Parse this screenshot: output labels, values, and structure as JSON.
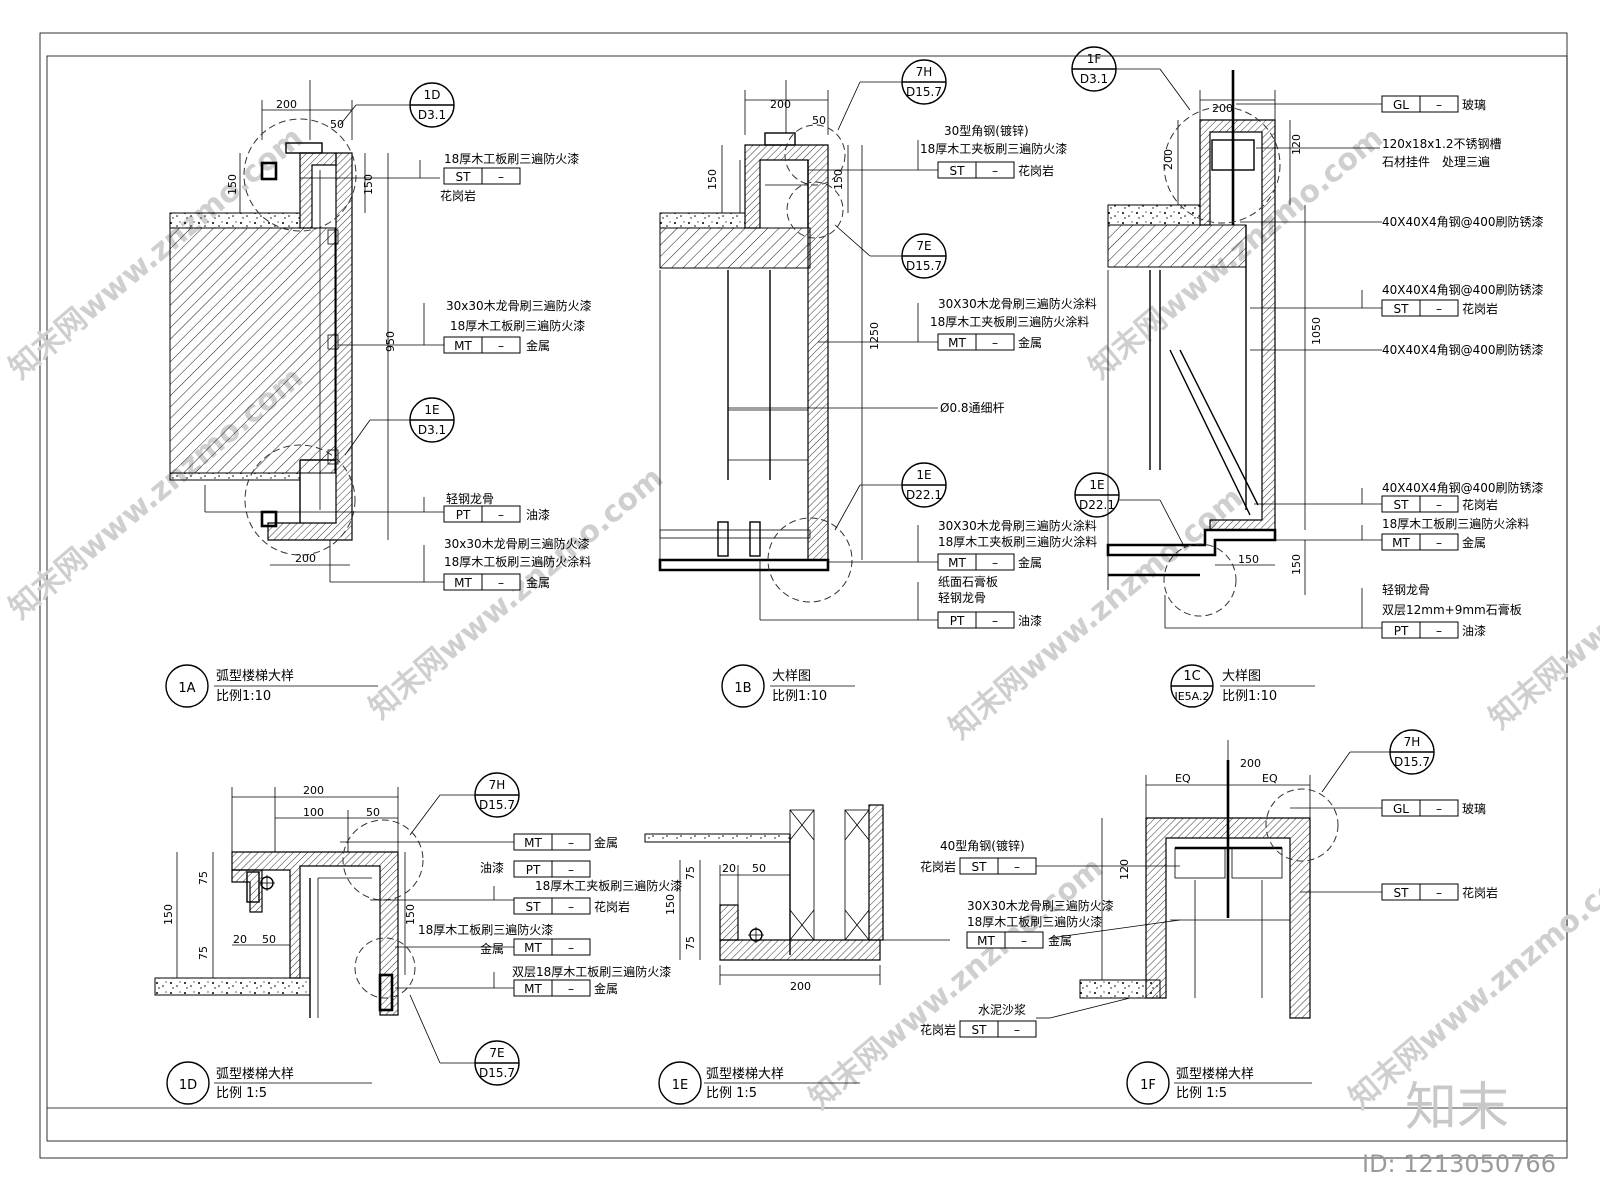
{
  "drawing": {
    "id_label": "ID: 1213050766",
    "logo_text": "知末",
    "watermark": "知末网www.znzmo.com"
  },
  "details": {
    "d1a": {
      "title": "弧型楼梯大样",
      "scale": "比例1:10",
      "num": "1A",
      "callouts": [
        {
          "top": "1D",
          "bottom": "D3.1"
        },
        {
          "top": "1E",
          "bottom": "D3.1"
        }
      ],
      "dims": [
        "200",
        "50",
        "150",
        "150",
        "950",
        "200"
      ],
      "notes": [
        {
          "text": "18厚木工板刷三遍防火漆",
          "code": "ST",
          "desc": "花岗岩"
        },
        {
          "text1": "30x30木龙骨刷三遍防火漆",
          "text2": "18厚木工板刷三遍防火漆",
          "code": "MT",
          "desc": "金属"
        },
        {
          "text": "轻钢龙骨",
          "code": "PT",
          "desc": "油漆"
        },
        {
          "text1": "30x30木龙骨刷三遍防火漆",
          "text2": "18厚木工板刷三遍防火涂料",
          "code": "MT",
          "desc": "金属"
        }
      ]
    },
    "d1b": {
      "title": "大样图",
      "scale": "比例1:10",
      "num": "1B",
      "callouts": [
        {
          "top": "7H",
          "bottom": "D15.7"
        },
        {
          "top": "7E",
          "bottom": "D15.7"
        },
        {
          "top": "1E",
          "bottom": "D22.1"
        }
      ],
      "dims": [
        "200",
        "50",
        "150",
        "150",
        "1250"
      ],
      "notes": [
        {
          "text1": "30型角钢(镀锌)",
          "text2": "18厚木工夹板刷三遍防火漆",
          "code": "ST",
          "desc": "花岗岩"
        },
        {
          "text1": "30X30木龙骨刷三遍防火涂料",
          "text2": "18厚木工夹板刷三遍防火涂料",
          "code": "MT",
          "desc": "金属"
        },
        {
          "text": "Ø0.8通细杆"
        },
        {
          "text1": "30X30木龙骨刷三遍防火涂料",
          "text2": "18厚木工夹板刷三遍防火涂料",
          "code": "MT",
          "desc": "金属"
        },
        {
          "text1": "纸面石膏板",
          "text2": "轻钢龙骨",
          "code": "PT",
          "desc": "油漆"
        }
      ]
    },
    "d1c": {
      "title": "大样图",
      "scale": "比例1:10",
      "num": "1C",
      "sub": "IE5A.2",
      "callouts": [
        {
          "top": "1F",
          "bottom": "D3.1"
        },
        {
          "top": "1E",
          "bottom": "D22.1"
        }
      ],
      "dims": [
        "200",
        "200",
        "120",
        "1050",
        "150",
        "150"
      ],
      "notes": [
        {
          "code": "GL",
          "desc": "玻璃"
        },
        {
          "text1": "120x18x1.2不锈钢槽",
          "text2": "石材挂件　处理三遍"
        },
        {
          "text": "40X40X4角钢@400刷防锈漆"
        },
        {
          "text": "40X40X4角钢@400刷防锈漆",
          "code": "ST",
          "desc": "花岗岩"
        },
        {
          "text": "40X40X4角钢@400刷防锈漆"
        },
        {
          "text": "40X40X4角钢@400刷防锈漆",
          "code": "ST",
          "desc": "花岗岩"
        },
        {
          "text": "18厚木工板刷三遍防火涂料",
          "code": "MT",
          "desc": "金属"
        },
        {
          "text1": "轻钢龙骨",
          "text2": "双层12mm+9mm石膏板",
          "code": "PT",
          "desc": "油漆"
        }
      ]
    },
    "d1d": {
      "title": "弧型楼梯大样",
      "scale": "比例 1:5",
      "num": "1D",
      "callouts": [
        {
          "top": "7H",
          "bottom": "D15.7"
        },
        {
          "top": "7E",
          "bottom": "D15.7"
        }
      ],
      "dims": [
        "200",
        "100",
        "50",
        "75",
        "150",
        "75",
        "20",
        "50",
        "150"
      ],
      "notes": [
        {
          "code": "MT",
          "desc": "金属"
        },
        {
          "pre": "油漆",
          "code": "PT",
          "text": "18厚木工夹板刷三遍防火漆"
        },
        {
          "code": "ST",
          "desc": "花岗岩"
        },
        {
          "text": "18厚木工板刷三遍防火漆",
          "pre": "金属",
          "code": "MT"
        },
        {
          "text": "双层18厚木工板刷三遍防火漆",
          "code": "MT",
          "desc": "金属"
        }
      ]
    },
    "d1e": {
      "title": "弧型楼梯大样",
      "scale": "比例 1:5",
      "num": "1E",
      "dims": [
        "20",
        "50",
        "75",
        "150",
        "75",
        "200"
      ]
    },
    "d1f": {
      "title": "弧型楼梯大样",
      "scale": "比例 1:5",
      "num": "1F",
      "callouts": [
        {
          "top": "7H",
          "bottom": "D15.7"
        }
      ],
      "dims": [
        "200",
        "EQ",
        "EQ",
        "120"
      ],
      "notes": [
        {
          "code": "GL",
          "desc": "玻璃"
        },
        {
          "text": "40型角钢(镀锌)",
          "pre": "花岗岩",
          "code": "ST"
        },
        {
          "code": "ST",
          "desc": "花岗岩"
        },
        {
          "text1": "30X30木龙骨刷三遍防火漆",
          "text2": "18厚木工板刷三遍防火漆",
          "code": "MT",
          "desc": "金属"
        },
        {
          "text": "水泥沙浆",
          "pre": "花岗岩",
          "code": "ST"
        }
      ]
    }
  }
}
